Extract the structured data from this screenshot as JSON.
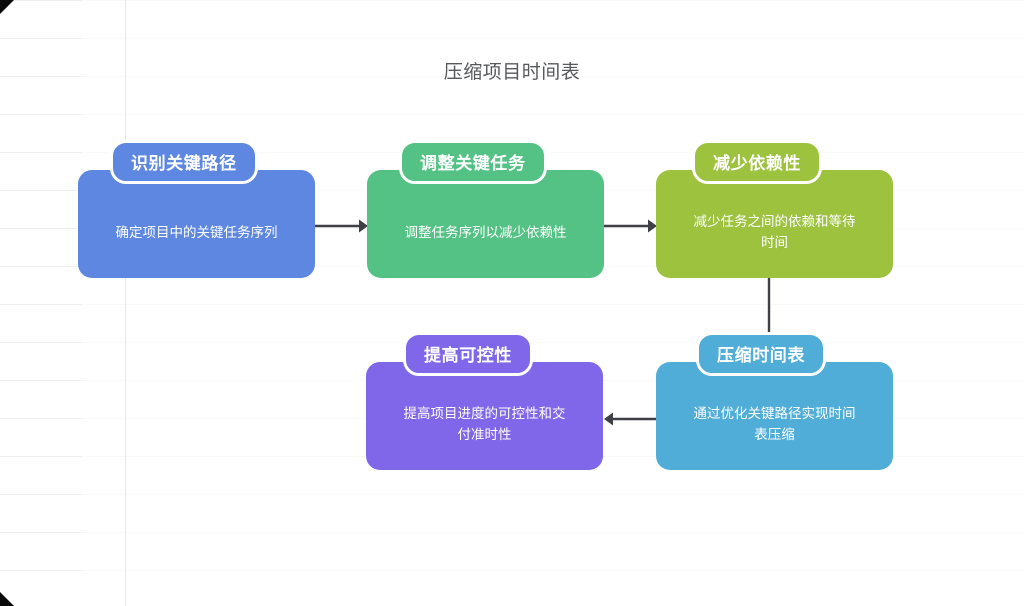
{
  "document": {
    "title": "压缩项目时间表",
    "background": "#ffffff",
    "title_color": "#57585c"
  },
  "chart_data": {
    "type": "diagram",
    "diagram_kind": "flowchart",
    "title": "压缩项目时间表",
    "layout": "two-row serpentine (left-to-right, then right-to-left)",
    "nodes": [
      {
        "id": "node-0",
        "order": 1,
        "badge": "识别关键路径",
        "body": "确定项目中的关键任务序列",
        "color": "#5d87e0",
        "row": 1,
        "column": 1
      },
      {
        "id": "node-1",
        "order": 2,
        "badge": "调整关键任务",
        "body": "调整任务序列以减少依赖性",
        "color": "#54c285",
        "row": 1,
        "column": 2
      },
      {
        "id": "node-2",
        "order": 3,
        "badge": "减少依赖性",
        "body": "减少任务之间的依赖和等待\n时间",
        "color": "#9cc23e",
        "row": 1,
        "column": 3
      },
      {
        "id": "node-3",
        "order": 4,
        "badge": "压缩时间表",
        "body": "通过优化关键路径实现时间\n表压缩",
        "color": "#4fadd8",
        "row": 2,
        "column": 3
      },
      {
        "id": "node-4",
        "order": 5,
        "badge": "提高可控性",
        "body": "提高项目进度的可控性和交\n付准时性",
        "color": "#8066e8",
        "row": 2,
        "column": 2
      }
    ],
    "edges": [
      {
        "id": "conn-0",
        "from": "node-0",
        "to": "node-1",
        "direction": "right",
        "color": "#3f3f46"
      },
      {
        "id": "conn-1",
        "from": "node-1",
        "to": "node-2",
        "direction": "right",
        "color": "#3f3f46"
      },
      {
        "id": "conn-2",
        "from": "node-2",
        "to": "node-3",
        "direction": "down",
        "color": "#3f3f46"
      },
      {
        "id": "conn-3",
        "from": "node-3",
        "to": "node-4",
        "direction": "left",
        "color": "#3f3f46"
      }
    ],
    "grid": false,
    "legend": null
  }
}
